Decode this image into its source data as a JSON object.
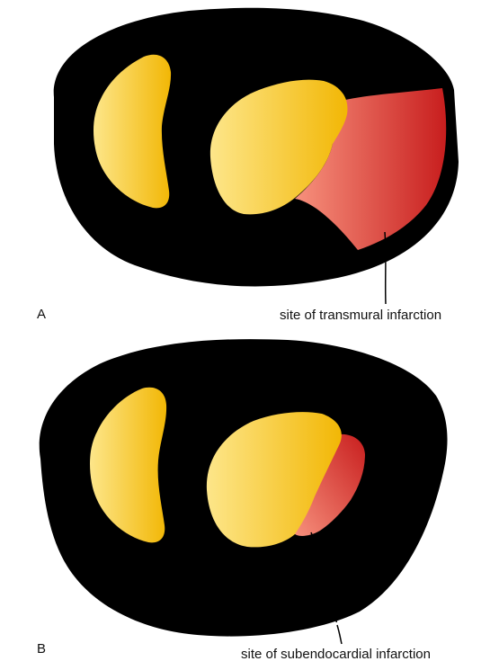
{
  "panels": [
    {
      "letter": "A",
      "caption": "site of transmural infarction"
    },
    {
      "letter": "B",
      "caption": "site of subendocardial infarction"
    }
  ],
  "colors": {
    "myocardium": "#000000",
    "cavity_light": "#fde68a",
    "cavity_dark": "#f2b705",
    "infarct_light": "#f7917d",
    "infarct_dark": "#c81e1e",
    "leader_line": "#000000"
  }
}
